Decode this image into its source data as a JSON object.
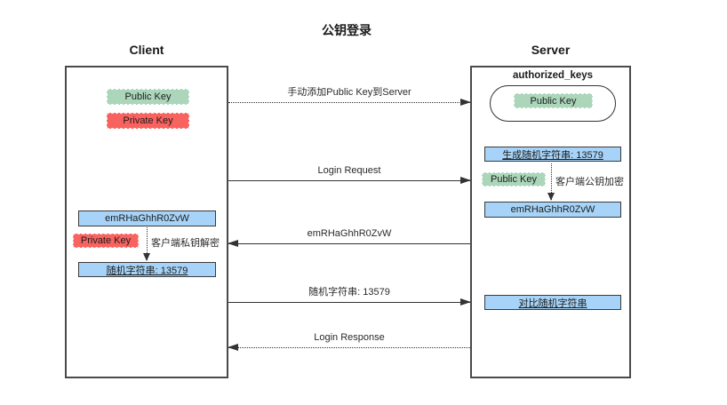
{
  "title": "公钥登录",
  "client": {
    "heading": "Client",
    "public_key_label": "Public Key",
    "private_key_label": "Private Key",
    "encrypted_string": "emRHaGhhR0ZvW",
    "private_key_label2": "Private Key",
    "decrypt_note": "客户端私钥解密",
    "random_string": "随机字符串: 13579"
  },
  "server": {
    "heading": "Server",
    "authorized_keys_label": "authorized_keys",
    "public_key_label": "Public Key",
    "generate_random": "生成随机字符串: 13579",
    "public_key_label2": "Public Key",
    "encrypt_note": "客户端公钥加密",
    "encrypted_string": "emRHaGhhR0ZvW",
    "compare_random": "对比随机字符串"
  },
  "messages": [
    {
      "label": "手动添加Public Key到Server",
      "direction": "right",
      "style": "dotted"
    },
    {
      "label": "Login Request",
      "direction": "right",
      "style": "solid"
    },
    {
      "label": "emRHaGhhR0ZvW",
      "direction": "left",
      "style": "solid"
    },
    {
      "label": "随机字符串: 13579",
      "direction": "right",
      "style": "solid"
    },
    {
      "label": "Login Response",
      "direction": "left",
      "style": "dotted"
    }
  ],
  "colors": {
    "public_key_fill": "#abd6ba",
    "private_key_fill": "#f8625f",
    "message_box_fill": "#a6d3f7",
    "line": "#333333"
  }
}
